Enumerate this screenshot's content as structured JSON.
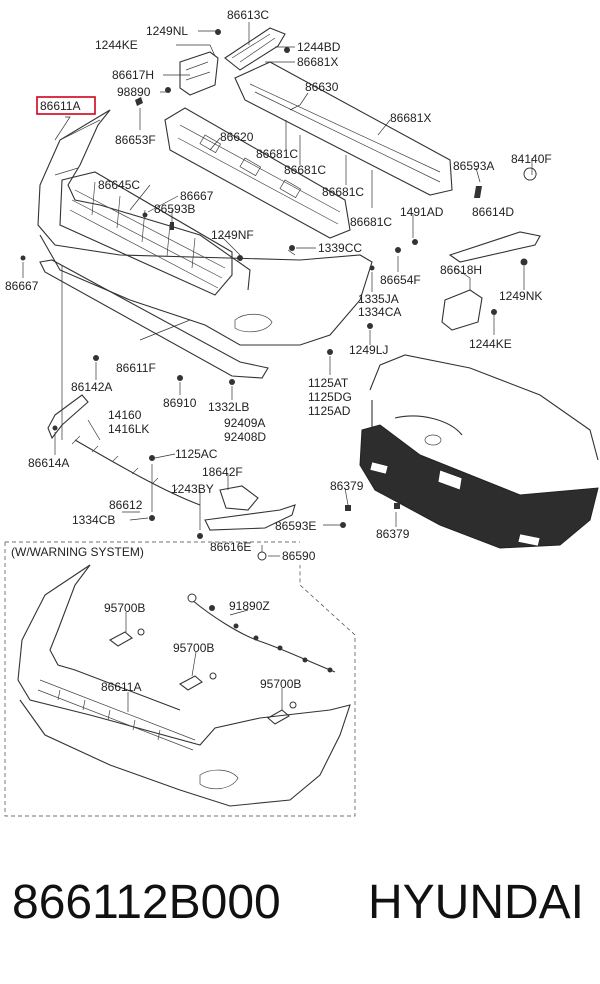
{
  "highlighted_part": "86611A",
  "callouts": {
    "c86613C": "86613C",
    "c1249NL": "1249NL",
    "c1244KE_top": "1244KE",
    "c1244BD": "1244BD",
    "c86681X_top": "86681X",
    "c86617H": "86617H",
    "c98890": "98890",
    "c86630": "86630",
    "c86611A": "86611A",
    "c86653F": "86653F",
    "c86620": "86620",
    "c86681X_mid": "86681X",
    "c86681C_a": "86681C",
    "c86681C_b": "86681C",
    "c86681C_c": "86681C",
    "c86681C_d": "86681C",
    "c86593A": "86593A",
    "c84140F": "84140F",
    "c86645C": "86645C",
    "c86667_a": "86667",
    "c86593B": "86593B",
    "c1491AD": "1491AD",
    "c86614D": "86614D",
    "c1249NF": "1249NF",
    "c1339CC": "1339CC",
    "c86667_b": "86667",
    "c86654F": "86654F",
    "c86618H": "86618H",
    "c1249NK": "1249NK",
    "c1335JA": "1335JA",
    "c1334CA": "1334CA",
    "c1244KE_right": "1244KE",
    "c86611F": "86611F",
    "c1249LJ": "1249LJ",
    "c86142A": "86142A",
    "c86910": "86910",
    "c1332LB": "1332LB",
    "c1125AT": "1125AT",
    "c1125DG": "1125DG",
    "c1125AD": "1125AD",
    "c14160": "14160",
    "c1416LK": "1416LK",
    "c92409A": "92409A",
    "c92408D": "92408D",
    "c1125AC": "1125AC",
    "c86614A": "86614A",
    "c18642F": "18642F",
    "c86379_a": "86379",
    "c1243BY": "1243BY",
    "c86612": "86612",
    "c1334CB": "1334CB",
    "c86593E": "86593E",
    "c86379_b": "86379",
    "c86616E": "86616E",
    "c86590": "86590"
  },
  "inset": {
    "title": "(W/WARNING SYSTEM)",
    "c95700B_a": "95700B",
    "c91890Z": "91890Z",
    "c95700B_b": "95700B",
    "c86611A": "86611A",
    "c95700B_c": "95700B"
  },
  "footer": {
    "part_number": "866112B000",
    "brand": "HYUNDAI"
  }
}
